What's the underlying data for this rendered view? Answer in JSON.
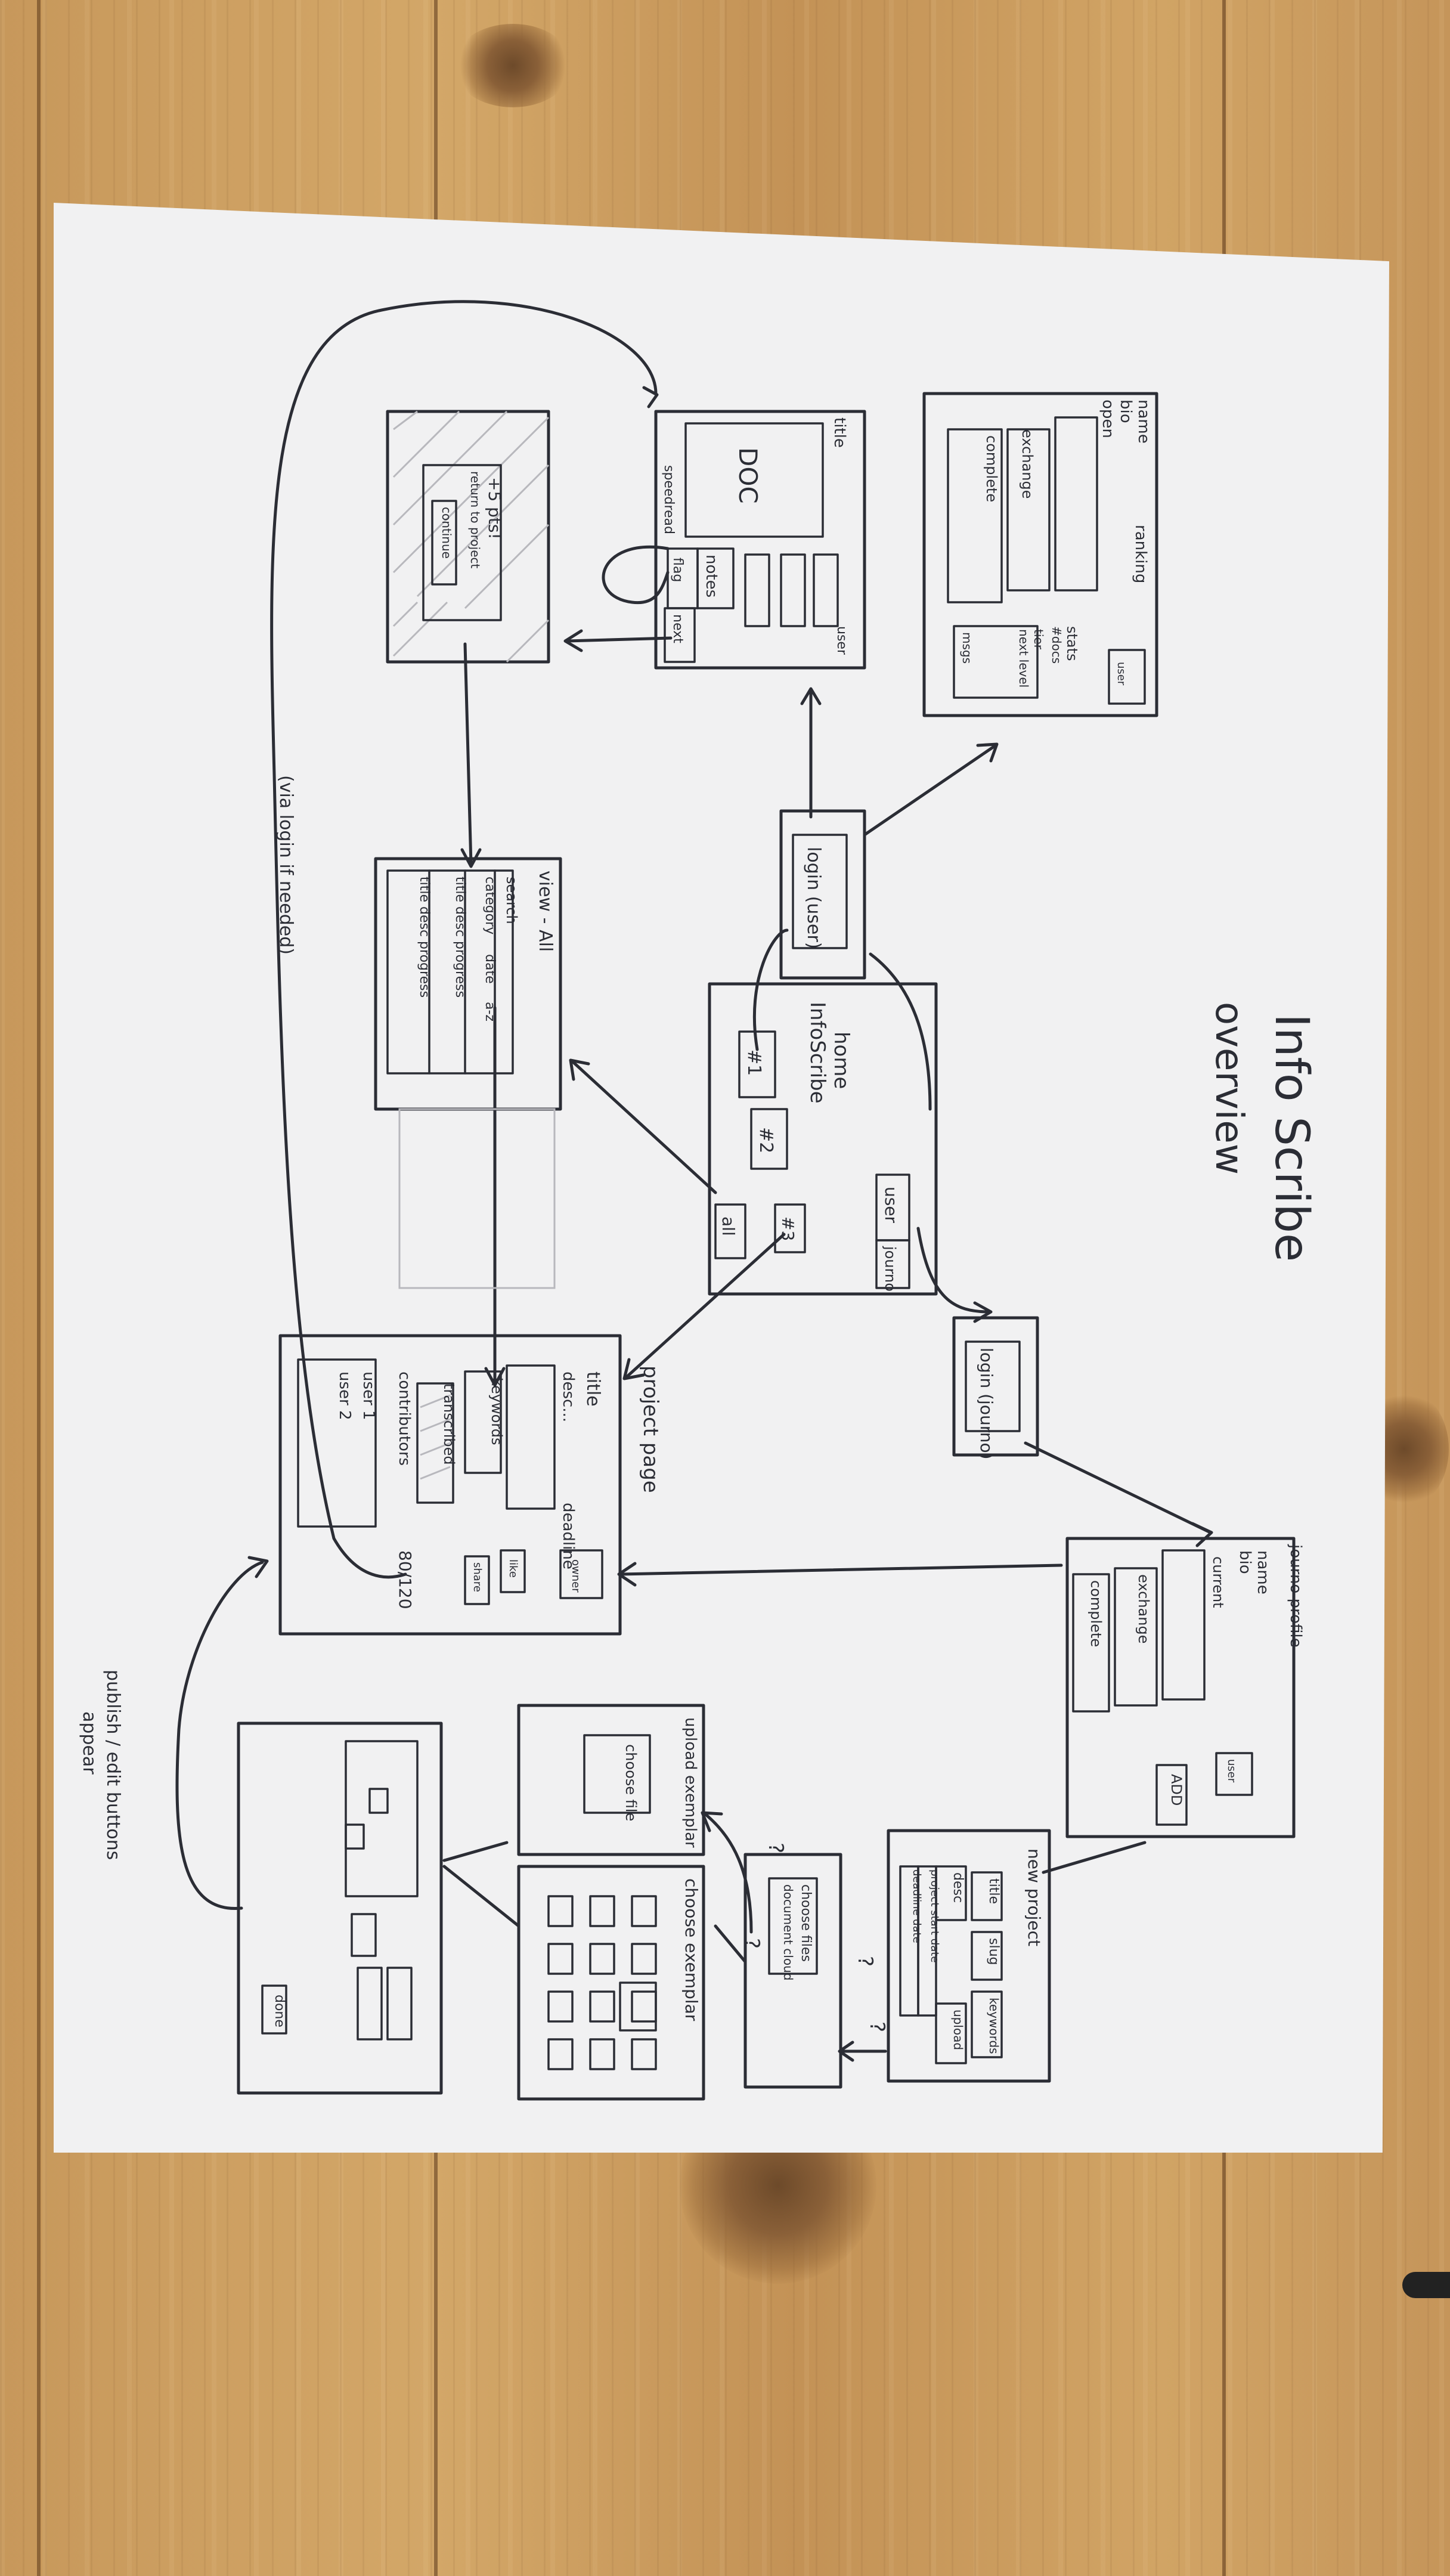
{
  "title": {
    "line1": "Info Scribe",
    "line2": "overview"
  },
  "screens": {
    "home": {
      "heading": "home",
      "title": "InfoScribe",
      "item1": "#1",
      "item2": "#2",
      "item3": "#3",
      "all": "all",
      "user": "user",
      "journo": "journo"
    },
    "login_user": {
      "label": "login (user)"
    },
    "login_journo": {
      "label": "login (journo)"
    },
    "doc_view": {
      "title": "title",
      "doc": "DOC",
      "speedread": "speedread",
      "notes": "notes",
      "next": "next",
      "flag": "flag",
      "user": "user"
    },
    "user_profile": {
      "name": "name",
      "bio": "bio",
      "open": "open",
      "ranking": "ranking",
      "exchange": "exchange",
      "complete": "complete",
      "stats": "stats",
      "n_docs": "#docs",
      "tier": "tier",
      "next_level": "next level",
      "msgs": "msgs",
      "user": "user"
    },
    "reward_overlay": {
      "points": "+5 pts!",
      "return": "return to project",
      "continue": "continue"
    },
    "project_list": {
      "heading": "view - All",
      "search": "search",
      "category": "category",
      "date": "date",
      "alpha": "a-z",
      "row1": "title  desc  progress",
      "row2": "title  desc  progress"
    },
    "project_page": {
      "caption": "project page",
      "title": "title",
      "desc": "desc...",
      "deadline": "deadline",
      "keywords": "keywords",
      "transcribed": "transcribed",
      "contributors": "contributors",
      "progress": "80/120",
      "user1": "user 1",
      "user2": "user 2",
      "owner": "owner",
      "share": "share",
      "like": "like"
    },
    "journo_profile": {
      "caption": "journo profile",
      "name": "name",
      "bio": "bio",
      "current": "current",
      "exchange": "exchange",
      "complete": "complete",
      "add": "ADD",
      "user": "user"
    },
    "new_project": {
      "title": "new project",
      "field_title": "title",
      "slug": "slug",
      "keywords": "keywords",
      "desc": "desc",
      "est_date": "project start date",
      "deadline": "deadline date",
      "upload": "upload"
    },
    "choose_files": {
      "choose": "choose files",
      "cloud": "document cloud"
    },
    "upload_exemplar": {
      "title": "upload exemplar",
      "choose_file": "choose file"
    },
    "choose_exemplar": {
      "title": "choose exemplar"
    },
    "template_editor": {
      "done": "done"
    }
  },
  "annotations": {
    "via_login": "(via login if needed)",
    "publish": "publish / edit buttons",
    "appear": "appear",
    "q1": "?",
    "q2": "?",
    "q3": "?",
    "q4": "?"
  },
  "colors": {
    "ink": "#2b2d35",
    "paper": "#f1f1f2",
    "wood": "#c89a5c"
  }
}
